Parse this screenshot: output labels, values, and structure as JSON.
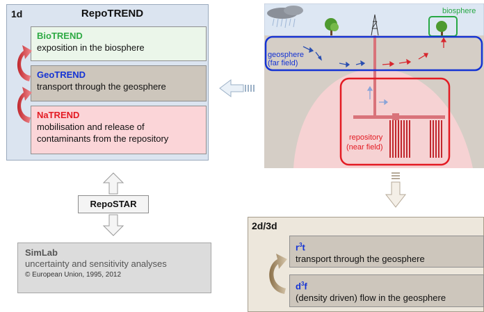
{
  "panel_1d": {
    "tag": "1d",
    "title": "RepoTREND",
    "modules": [
      {
        "name": "BioTREND",
        "desc": "exposition in the biosphere"
      },
      {
        "name": "GeoTREND",
        "desc": "transport through the geosphere"
      },
      {
        "name": "NaTREND",
        "desc_line1": "mobilisation and release of",
        "desc_line2": "contaminants from the repository"
      }
    ]
  },
  "repostar": {
    "label": "RepoSTAR"
  },
  "simlab": {
    "name": "SimLab",
    "desc": "uncertainty and sensitivity analyses",
    "copyright": "© European Union, 1995, 2012"
  },
  "panel_2d3d": {
    "tag": "2d/3d",
    "modules": [
      {
        "name_base": "r",
        "name_sup": "3",
        "name_tail": "t",
        "desc": "transport through the geosphere"
      },
      {
        "name_base": "d",
        "name_sup": "3",
        "name_tail": "f",
        "desc": "(density driven) flow in the geosphere"
      }
    ]
  },
  "scene": {
    "biosphere_label": "biosphere",
    "geosphere_line1": "geosphere",
    "geosphere_line2": "(far field)",
    "repository_line1": "repository",
    "repository_line2": "(near field)"
  },
  "colors": {
    "bio": "#2eaa44",
    "geo": "#1433d4",
    "na": "#e31b23",
    "sky": "#dde7f3",
    "ground": "#d5cec6",
    "rock": "#f6d2d3"
  }
}
